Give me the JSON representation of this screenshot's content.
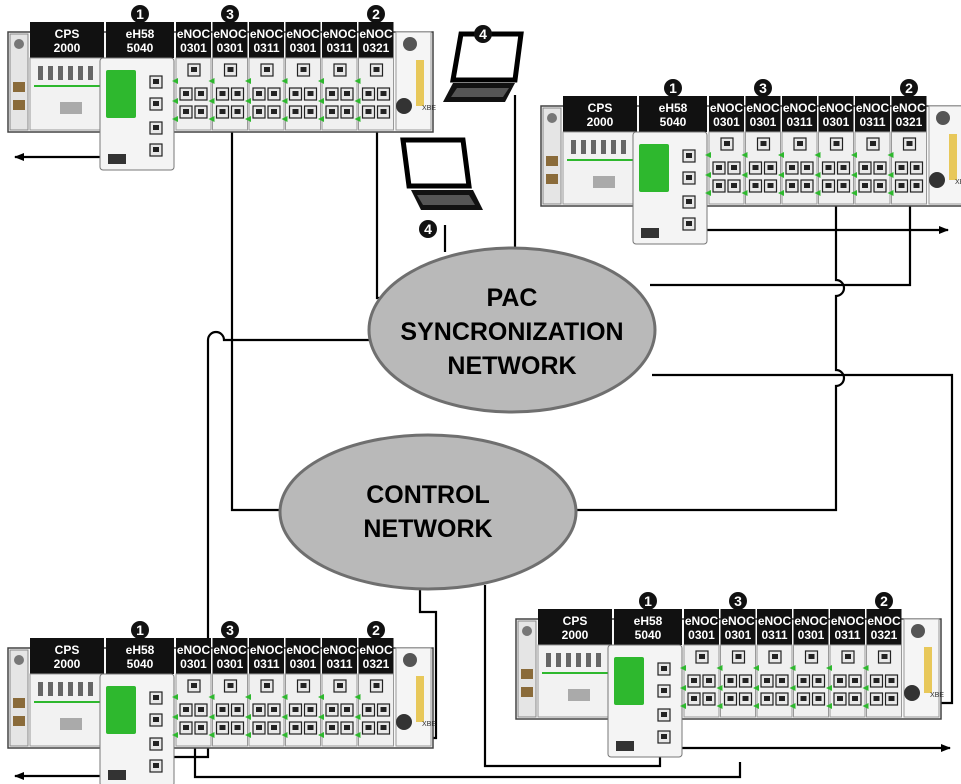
{
  "networks": {
    "pac_sync": {
      "lines": [
        "PAC",
        "SYNCRONIZATION",
        "NETWORK"
      ]
    },
    "control": {
      "lines": [
        "CONTROL",
        "NETWORK"
      ]
    }
  },
  "rack_modules": {
    "cps": [
      "CPS",
      "2000"
    ],
    "cpu": [
      "eH58",
      "5040"
    ],
    "nocs": [
      [
        "eNOC",
        "0301"
      ],
      [
        "eNOC",
        "0301"
      ],
      [
        "eNOC",
        "0311"
      ],
      [
        "eNOC",
        "0301"
      ],
      [
        "eNOC",
        "0311"
      ],
      [
        "eNOC",
        "0321"
      ]
    ]
  },
  "callouts": {
    "cpu": "1",
    "noc_0321": "2",
    "noc_0301": "3",
    "laptop": "4"
  },
  "side_label": "XBE",
  "colors": {
    "ellipse_fill": "#b9b9b9",
    "ellipse_stroke": "#6f6f6f",
    "module_header": "#111111",
    "cpu_accent": "#2eb82e",
    "port_led": "#2eb82e"
  }
}
